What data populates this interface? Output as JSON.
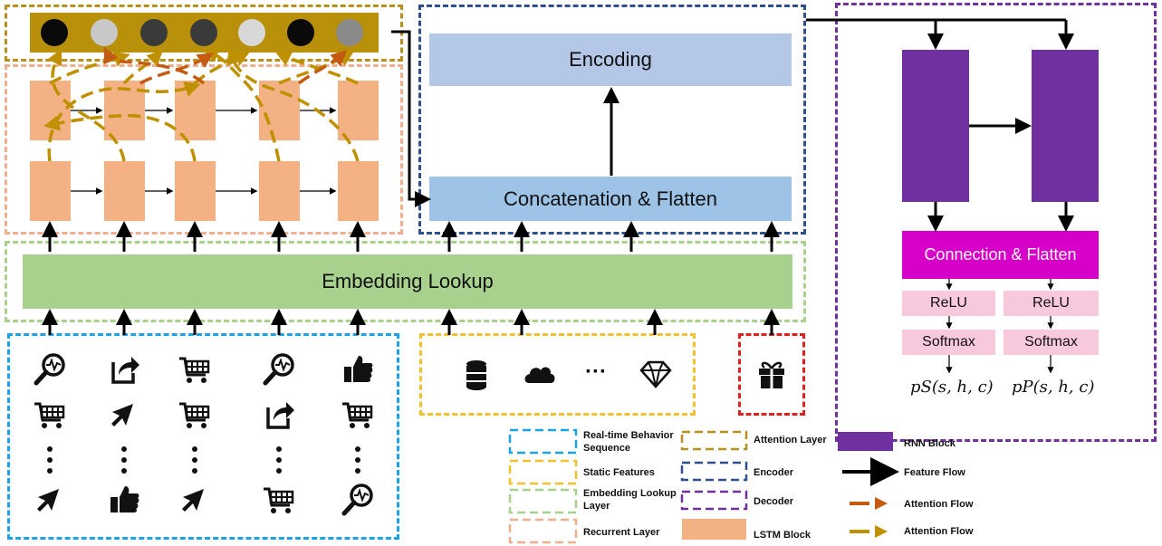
{
  "blocks": {
    "encoding": "Encoding",
    "concat": "Concatenation & Flatten",
    "embedding": "Embedding Lookup",
    "connection": "Connection & Flatten",
    "relu": "ReLU",
    "softmax": "Softmax"
  },
  "outputs": {
    "ps": "pS(s, h, c)",
    "pp": "pP(s, h, c)"
  },
  "ellipsis": "···",
  "legend": {
    "realtime": "Real-time  Behavior Sequence",
    "static": "Static Features",
    "embedding_layer": "Embedding Lookup Layer",
    "recurrent": "Recurrent  Layer",
    "attention_layer": "Attention Layer",
    "encoder": "Encoder",
    "decoder": "Decoder",
    "lstm": "LSTM Block",
    "rnn": "RNN Block",
    "feature_flow": "Feature Flow",
    "attention_flow_1": "Attention Flow",
    "attention_flow_2": "Attention Flow"
  },
  "colors": {
    "attention_border": "#b8901e",
    "attention_bar": "#b8900a",
    "recurrent_border": "#f0b090",
    "lstm": "#f4b183",
    "encoder_border": "#2f4f8f",
    "encoding_fill": "#b4c7e7",
    "concat_fill": "#9dc3e6",
    "embedding_fill": "#a9d18e",
    "embedding_border": "#a9d18e",
    "realtime_border": "#1aa3e8",
    "static_border": "#f2c12e",
    "gift_border": "#e02020",
    "decoder_border": "#7030a0",
    "rnn": "#7030a0",
    "connection_fill": "#d600c8",
    "relu_fill": "#f8c8dc",
    "attention_flow_1": "#c55a11",
    "attention_flow_2": "#bf9000"
  },
  "behavior_icons": [
    [
      "search-analytics-icon",
      "share-icon",
      "cart-icon",
      "search-analytics-icon",
      "thumbs-up-icon"
    ],
    [
      "cart-icon",
      "cursor-arrow-icon",
      "cart-icon",
      "share-icon",
      "cart-icon"
    ],
    [
      "vertical-ellipsis-icon",
      "vertical-ellipsis-icon",
      "vertical-ellipsis-icon",
      "vertical-ellipsis-icon",
      "vertical-ellipsis-icon"
    ],
    [
      "cursor-arrow-icon",
      "thumbs-up-icon",
      "cursor-arrow-icon",
      "cart-icon",
      "search-analytics-icon"
    ]
  ],
  "static_icons": [
    "database-icon",
    "cloud-icon",
    "diamond-icon"
  ],
  "gift_icon": "gift-icon",
  "attention_circles": [
    "#0a0a0a",
    "#c8c8c8",
    "#3a3a3a",
    "#3a3a3a",
    "#d8d8d8",
    "#0a0a0a",
    "#8a8a8a"
  ]
}
